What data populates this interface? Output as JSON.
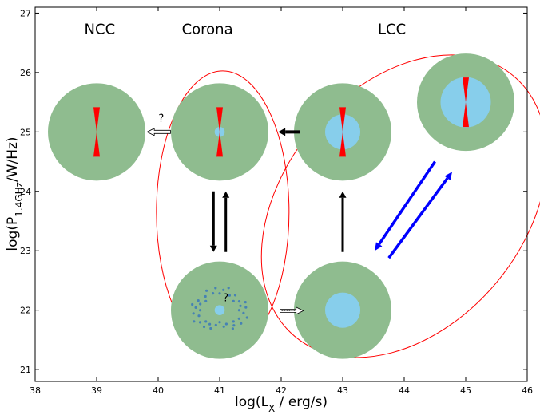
{
  "chart_data": {
    "type": "diagram",
    "xlabel_main": "log(L",
    "xlabel_sub": "X",
    "xlabel_tail": " / erg/s)",
    "ylabel_main": "log(P",
    "ylabel_sub": "1.4GHz",
    "ylabel_tail": "/W/Hz)",
    "xlim": [
      38,
      46
    ],
    "ylim": [
      20.8,
      27.1
    ],
    "xticks": [
      "38",
      "39",
      "40",
      "41",
      "42",
      "43",
      "44",
      "45",
      "46"
    ],
    "yticks": [
      "21",
      "22",
      "23",
      "24",
      "25",
      "26",
      "27"
    ],
    "region_labels": [
      {
        "text": "NCC",
        "x": 39.05,
        "y": 26.65
      },
      {
        "text": "Corona",
        "x": 40.8,
        "y": 26.65
      },
      {
        "text": "LCC",
        "x": 43.8,
        "y": 26.65
      }
    ],
    "question_marks": [
      {
        "text": "?",
        "x": 40.05,
        "y": 25.17
      },
      {
        "text": "?",
        "x": 41.1,
        "y": 22.15
      }
    ],
    "nodes": [
      {
        "x": 39,
        "y": 25,
        "core": 0,
        "jet": true,
        "dots": false
      },
      {
        "x": 41,
        "y": 25,
        "core": 0.1,
        "jet": true,
        "dots": false
      },
      {
        "x": 43,
        "y": 25,
        "core": 0.35,
        "jet": true,
        "dots": false
      },
      {
        "x": 45,
        "y": 25.5,
        "core": 0.5,
        "jet": true,
        "dots": false
      },
      {
        "x": 41,
        "y": 22,
        "core": 0.1,
        "jet": false,
        "dots": true
      },
      {
        "x": 43,
        "y": 22,
        "core": 0.35,
        "jet": false,
        "dots": false
      }
    ],
    "colors": {
      "halo": "#8fbc8f",
      "core": "#87ceeb",
      "jet": "#ff0000",
      "dots": "#4682b4",
      "ellipse": "#ff0000",
      "blue_arrow": "#0000ff",
      "black_arrow": "#000000"
    }
  }
}
